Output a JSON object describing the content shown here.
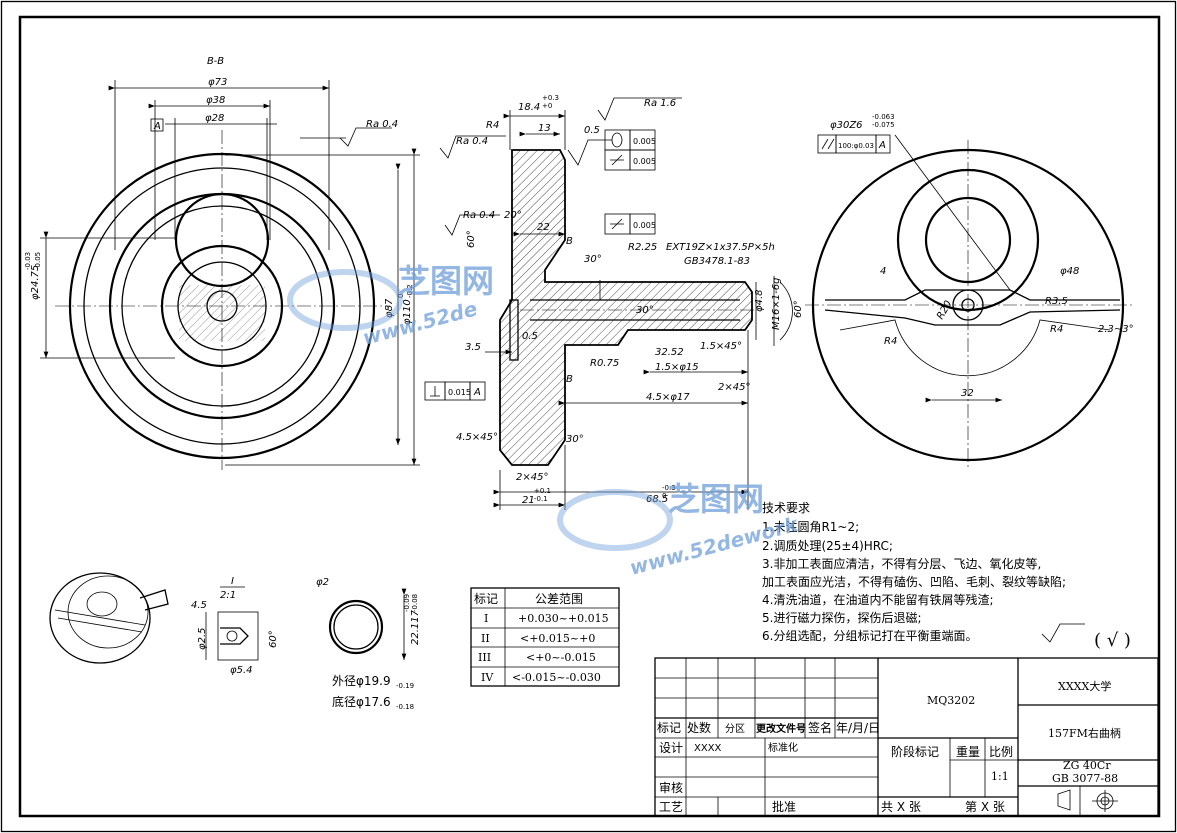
{
  "section_label": "B-B",
  "datum_a": "A",
  "front_view": {
    "dims": [
      "φ73",
      "φ38",
      "φ28",
      "φ87",
      "φ24.75",
      "-0.03",
      "-0.05",
      "φ110",
      "0",
      "-0.2"
    ],
    "roughness": "Ra 0.4"
  },
  "section_view": {
    "top_dims": [
      "18.4",
      "+0.3",
      "+0",
      "Ra 1.6",
      "R4",
      "13",
      "0.5",
      "Ra 0.4",
      "Ra 0.4",
      "20°",
      "60°",
      "22",
      "B",
      "0.005",
      "0.005",
      "0.005",
      "30°",
      "R2.25",
      "EXT19Z×1x37.5P×5h",
      "GB3478.1-83",
      "30°",
      "φ4.8",
      "M16×1-6g",
      "60°",
      "0.5",
      "3.5",
      "R0.75",
      "32.52",
      "1.5×45°",
      "1.5×φ15",
      "2×45°",
      "B",
      "4.5×φ17",
      "0.015",
      "A",
      "4.5×45°",
      "30°",
      "2×45°",
      "21",
      "+0.1",
      "-0.1",
      "68.5",
      "-0.3",
      "0"
    ]
  },
  "side_view": {
    "dims": [
      "φ30Z6",
      "-0.063",
      "-0.075",
      "100:φ0.03",
      "A",
      "4",
      "φ48",
      "R3.5",
      "R20",
      "R4",
      "R4",
      "2.3~3°",
      "32"
    ]
  },
  "detail_view": {
    "label": "I",
    "scale": "2:1",
    "dims": [
      "4.5",
      "φ2.5",
      "60°",
      "φ5.4"
    ]
  },
  "ring_view": {
    "dims": [
      "φ2",
      "22.117",
      "-0.09",
      "-0.08"
    ],
    "outer": "外径φ19.9",
    "outer_tol": "-0.19",
    "bottom": "底径φ17.6",
    "bottom_tol": "-0.18",
    "sup_zero": "0"
  },
  "tolerance_table": {
    "headers": [
      "标记",
      "公差范围"
    ],
    "rows": [
      [
        "I",
        "+0.030~+0.015"
      ],
      [
        "II",
        "<+0.015~+0"
      ],
      [
        "III",
        "<+0~-0.015"
      ],
      [
        "IV",
        "<-0.015~-0.030"
      ]
    ]
  },
  "tech_requirements": {
    "title": "技术要求",
    "items": [
      "1.未注圆角R1~2;",
      "2.调质处理(25±4)HRC;",
      "3.非加工表面应清洁，不得有分层、飞边、氧化皮等,",
      "加工表面应光洁，不得有磕伤、凹陷、毛刺、裂纹等缺陷;",
      "4.清洗油道，在油道内不能留有铁屑等残渣;",
      "5.进行磁力探伤，探伤后退磁;",
      "6.分组选配，分组标记打在平衡重端面。"
    ],
    "roughness_symbol": "( √ )"
  },
  "title_block": {
    "drawing_no": "MQ3202",
    "school": "XXXX大学",
    "part_name": "157FM右曲柄",
    "material": "ZG 40Cr",
    "standard": "GB 3077-88",
    "scale": "1:1",
    "labels": {
      "mark": "标记",
      "count": "处数",
      "zone": "分区",
      "doc": "更改文件号",
      "sign": "签名",
      "date": "年/月/日",
      "design": "设计",
      "designer": "XXXX",
      "standardize": "标准化",
      "stage": "阶段标记",
      "weight": "重量",
      "ratio": "比例",
      "review": "审核",
      "process": "工艺",
      "approve": "批准",
      "total": "共 X 张",
      "sheet": "第 X 张"
    }
  },
  "watermark": {
    "name": "芝图网",
    "url": "www.52dework",
    "url2": "www.52de"
  }
}
